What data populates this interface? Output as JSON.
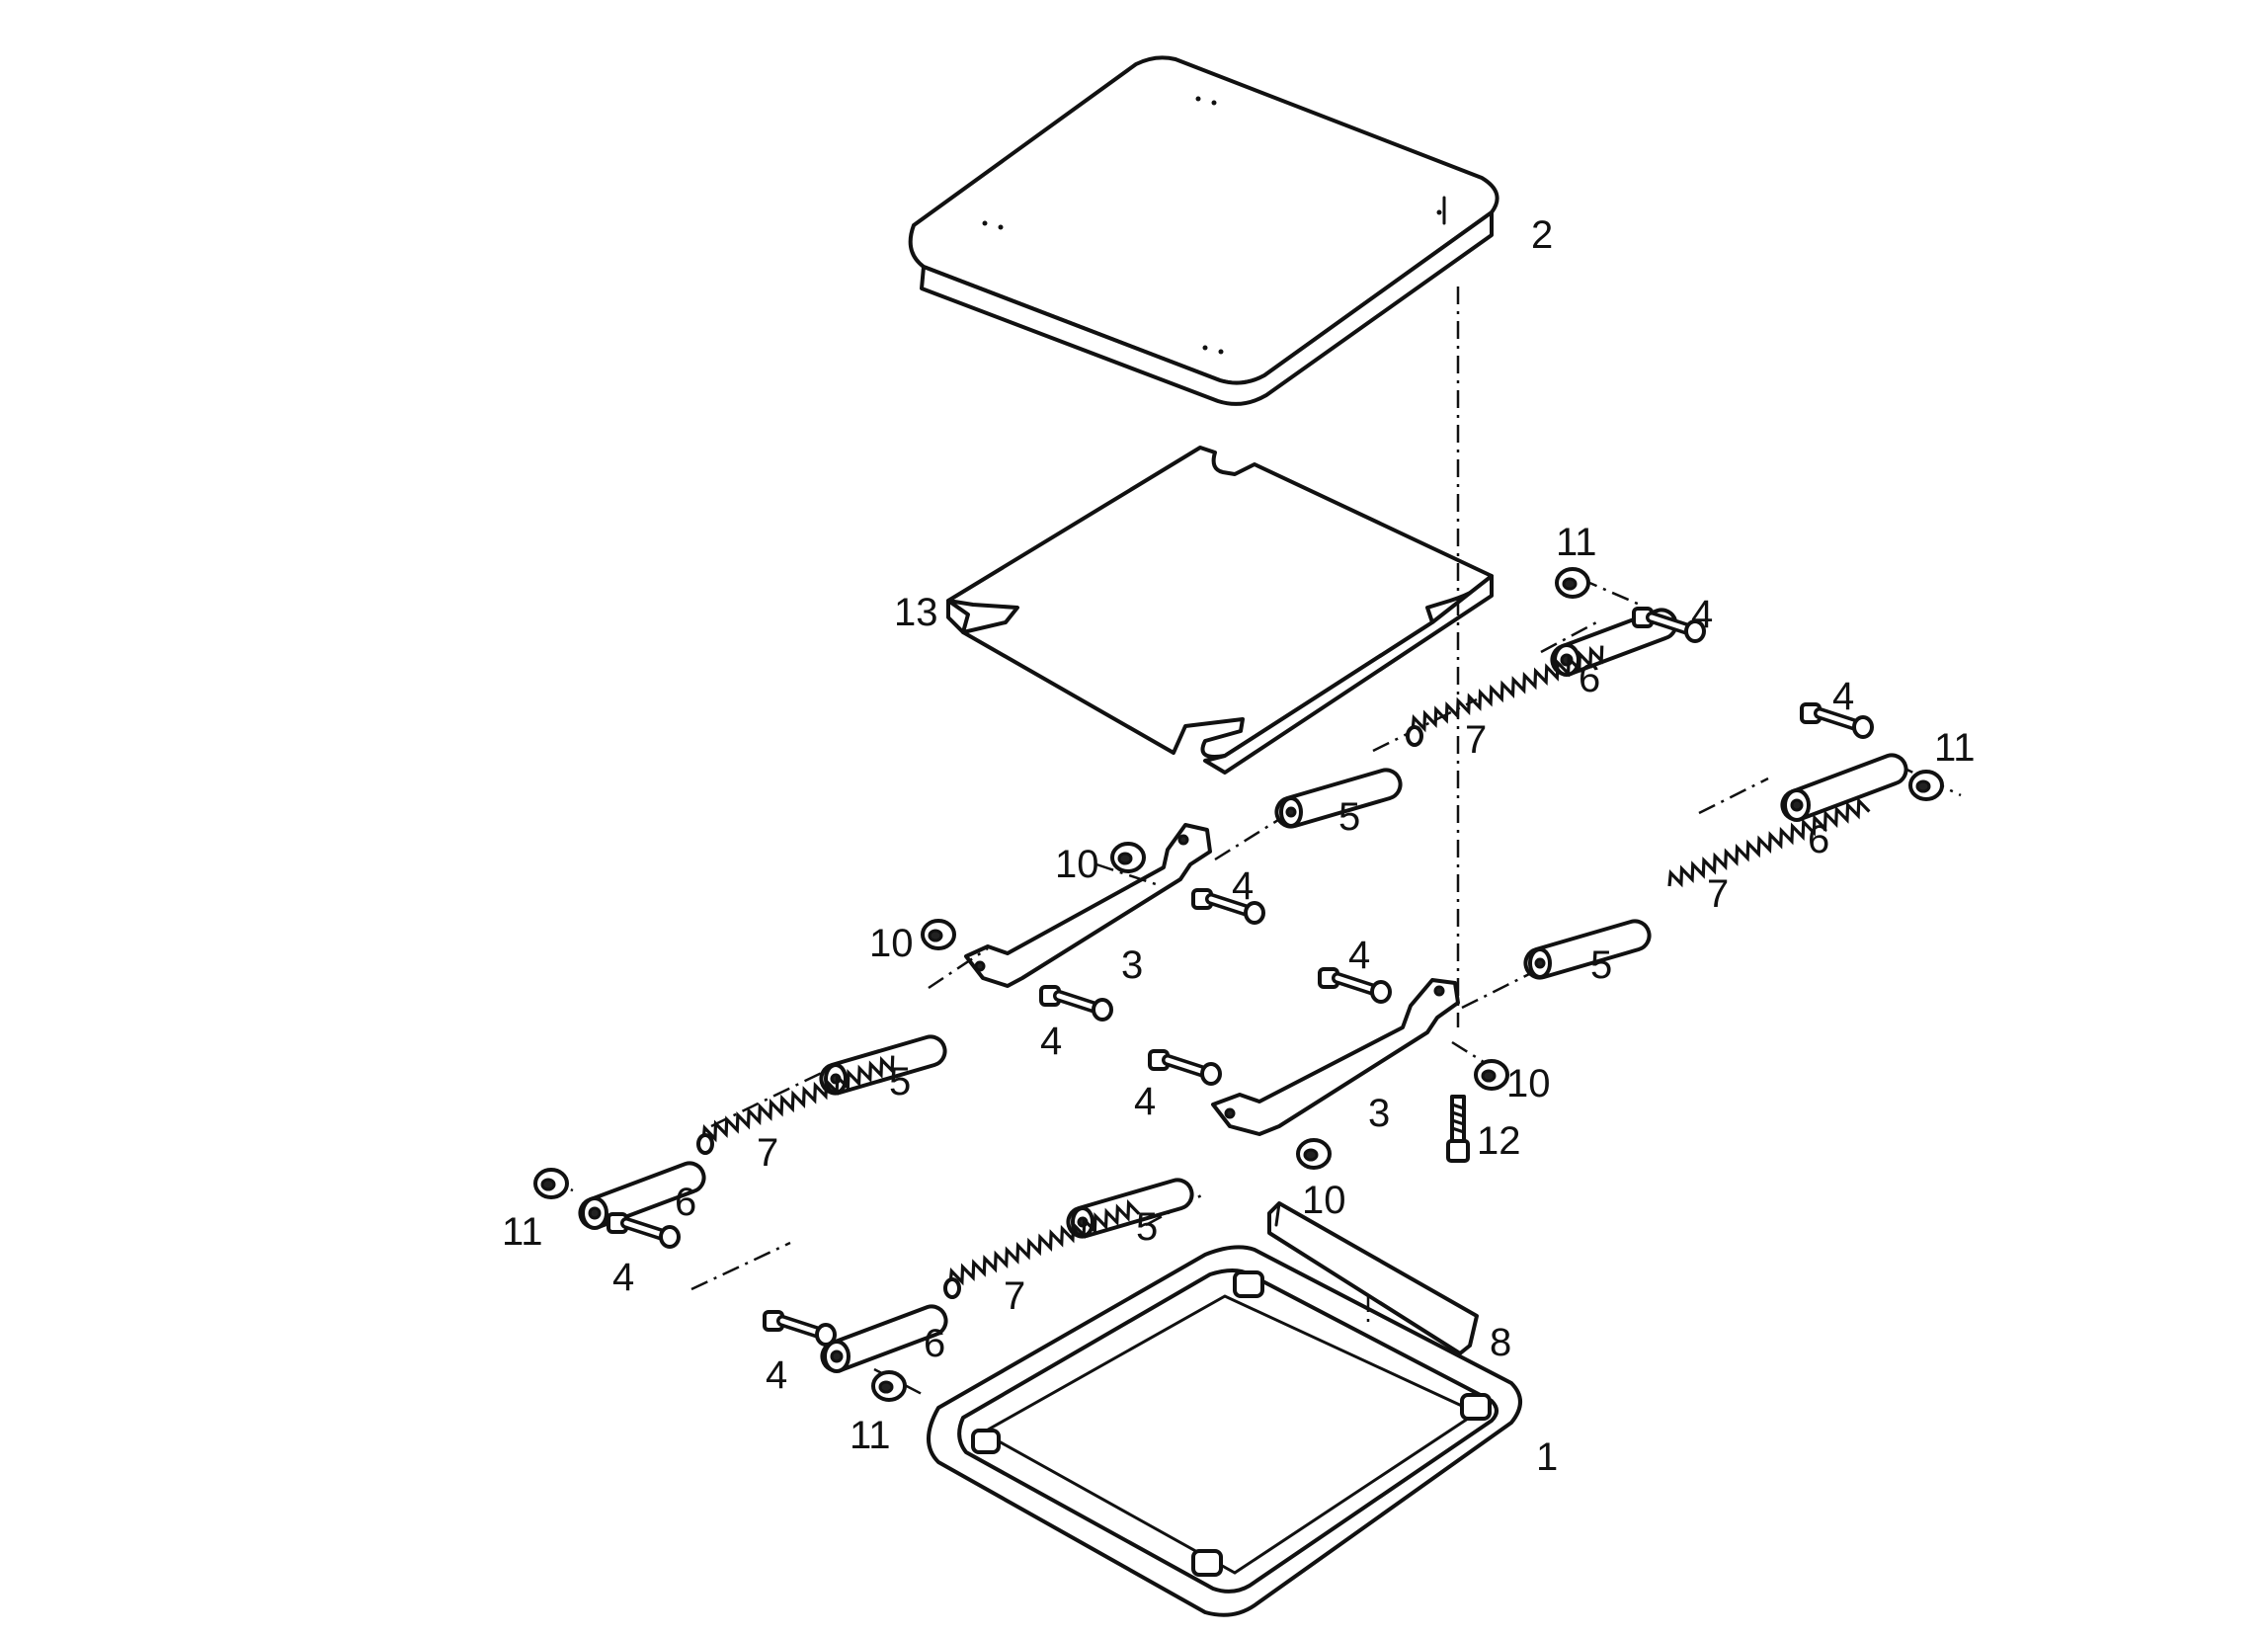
{
  "callouts": {
    "seat_cushion": "2",
    "seat_pad": "13",
    "base_frame": "1",
    "trim_strip": "8",
    "bracket_upper": "3",
    "bracket_lower": "3",
    "bolt_12": "12",
    "washer_10_a": "10",
    "washer_10_b": "10",
    "washer_10_c": "10",
    "washer_10_d": "10",
    "washer_11_a": "11",
    "washer_11_b": "11",
    "washer_11_c": "11",
    "washer_11_d": "11",
    "pin_4_a": "4",
    "pin_4_b": "4",
    "pin_4_c": "4",
    "pin_4_d": "4",
    "pin_4_e": "4",
    "pin_4_f": "4",
    "pin_4_g": "4",
    "pin_4_h": "4",
    "tube_5_a": "5",
    "tube_5_b": "5",
    "tube_5_c": "5",
    "tube_5_d": "5",
    "sleeve_6_a": "6",
    "sleeve_6_b": "6",
    "sleeve_6_c": "6",
    "sleeve_6_d": "6",
    "spring_7_a": "7",
    "spring_7_b": "7",
    "spring_7_c": "7",
    "spring_7_d": "7"
  }
}
